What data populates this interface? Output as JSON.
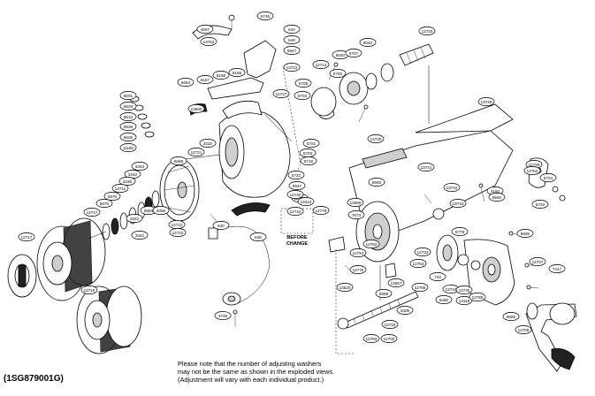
{
  "catalog_code": "(1SG879001G)",
  "note_lines": [
    "Please note that the number of adjusting washers",
    "may not be the same as shown in the exploded views.",
    "(Adjustment will vary with each individual product.)"
  ],
  "before_change": [
    "BEFORE",
    "CHANGE"
  ],
  "callouts": [
    "6745",
    "4567",
    "13752",
    "640",
    "640",
    "5947",
    "13722",
    "12712",
    "5040",
    "5700",
    "5707",
    "5040",
    "12720",
    "5664",
    "5167",
    "5168",
    "5166",
    "13600",
    "6001",
    "5629",
    "5610",
    "5629",
    "5626",
    "11180",
    "5705",
    "5704",
    "5703",
    "12727",
    "3232",
    "12721",
    "5701",
    "6718",
    "640",
    "5722",
    "5947",
    "12726",
    "5688",
    "3343",
    "3342",
    "3336",
    "13711",
    "5676",
    "5675",
    "12747",
    "12740",
    "12744",
    "13740",
    "13741",
    "6693",
    "13742",
    "13743",
    "4160",
    "12729",
    "5724",
    "5723",
    "13749",
    "12752",
    "12717",
    "13244",
    "12779",
    "7673",
    "13080",
    "12762",
    "12751",
    "5779",
    "9560",
    "5665",
    "3342",
    "5654",
    "4068",
    "12722",
    "3342",
    "12710",
    "640",
    "12716",
    "12775",
    "12786",
    "13520",
    "13567",
    "5998",
    "12754",
    "12733",
    "743",
    "13743",
    "13745",
    "13118",
    "12786",
    "12737",
    "7417",
    "6490",
    "12718",
    "12700",
    "3405",
    "12783",
    "5665",
    "4748",
    "12708"
  ],
  "colors": {
    "line": "#000000",
    "background": "#ffffff",
    "shade": "#cfcfcf"
  }
}
